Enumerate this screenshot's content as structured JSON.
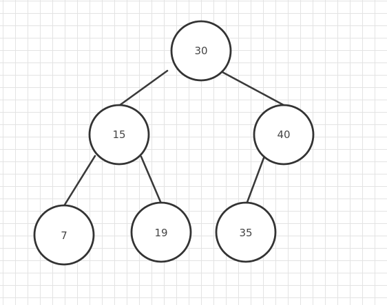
{
  "diagram": {
    "type": "binary-tree",
    "nodes": [
      {
        "id": "n30",
        "label": "30"
      },
      {
        "id": "n15",
        "label": "15"
      },
      {
        "id": "n40",
        "label": "40"
      },
      {
        "id": "n7",
        "label": "7"
      },
      {
        "id": "n19",
        "label": "19"
      },
      {
        "id": "n35",
        "label": "35"
      }
    ],
    "edges": [
      {
        "from": "n30",
        "to": "n15"
      },
      {
        "from": "n30",
        "to": "n40"
      },
      {
        "from": "n15",
        "to": "n7"
      },
      {
        "from": "n15",
        "to": "n19"
      },
      {
        "from": "n40",
        "to": "n35"
      }
    ],
    "colors": {
      "stroke": "#333333",
      "text": "#444444",
      "grid": "#e3e3e3",
      "background": "#ffffff"
    }
  }
}
